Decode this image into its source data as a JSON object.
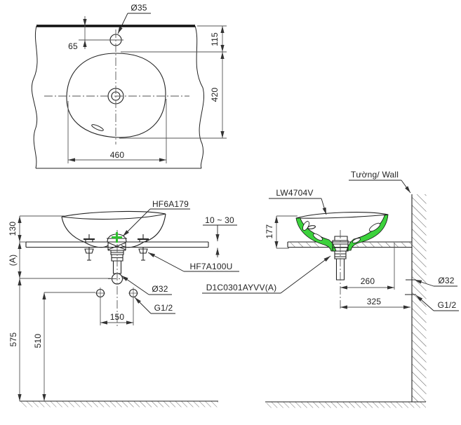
{
  "top_view": {
    "hole_diameter": "Ø35",
    "hole_offset": "65",
    "back_to_basin": "115",
    "basin_depth": "420",
    "basin_width": "460"
  },
  "front_view": {
    "drain_top_label": "HF6A179",
    "counter_thickness": "10 ~ 30",
    "fixing_bolt_label": "HF7A100U",
    "waste_outlet": "Ø32",
    "supply_connection": "G1/2",
    "rim_above_counter": "130",
    "adjustable_height": "(A)",
    "outlet_to_floor": "575",
    "supply_to_floor": "510",
    "supply_spacing": "150"
  },
  "side_view": {
    "wall_label": "Tường/ Wall",
    "basin_model": "LW4704V",
    "basin_height": "177",
    "drain_model": "D1C0301AYVV(A)",
    "drain_to_wall": "260",
    "centre_to_wall": "325",
    "waste_outlet": "Ø32",
    "supply_connection": "G1/2"
  },
  "colors": {
    "highlight_green": "#3cd23c",
    "line": "#222222"
  }
}
